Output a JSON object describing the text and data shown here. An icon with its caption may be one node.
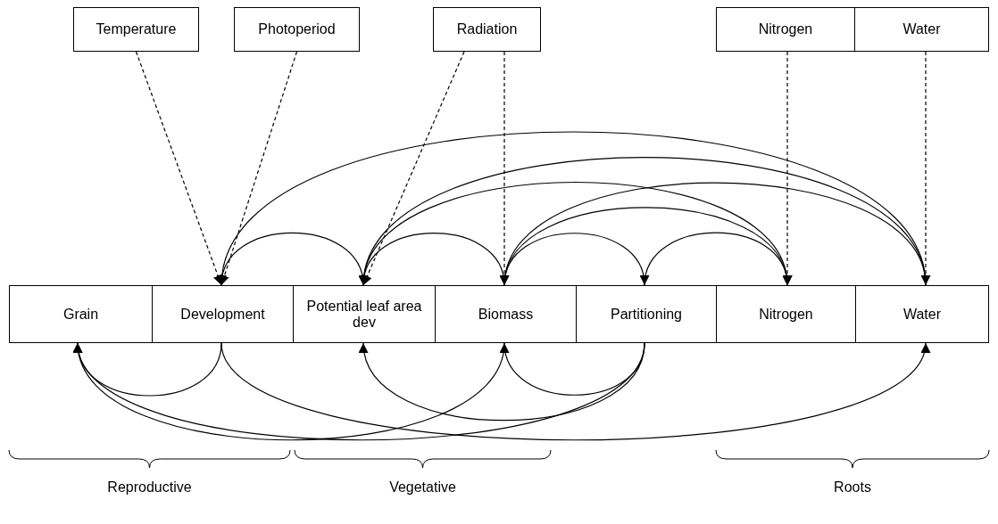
{
  "diagram": {
    "nodes": [
      {
        "text": [
          "Temperature"
        ]
      },
      {
        "text": [
          "Photoperiod"
        ]
      },
      {
        "text": [
          "Radiation"
        ]
      },
      {
        "text": [
          "Nitrogen"
        ]
      },
      {
        "text": [
          "Water"
        ]
      },
      {
        "text": [
          "Grain"
        ]
      },
      {
        "text": [
          "Development"
        ]
      },
      {
        "text": [
          "Potential leaf area dev"
        ]
      },
      {
        "text": [
          "Biomass"
        ]
      },
      {
        "text": [
          "Partitioning"
        ]
      },
      {
        "text": [
          "Nitrogen"
        ]
      },
      {
        "text": [
          "Water"
        ]
      }
    ],
    "edges": [
      {
        "from": 0,
        "to": 6,
        "arrow": "to",
        "style": "dashed"
      },
      {
        "from": 1,
        "to": 6,
        "arrow": "to",
        "style": "dashed"
      },
      {
        "from": 2,
        "to": 7,
        "arrow": "to",
        "style": "dashed"
      },
      {
        "from": 2,
        "to": 8,
        "arrow": "to",
        "style": "dashed"
      },
      {
        "from": 3,
        "to": 10,
        "arrow": "to",
        "style": "dashed"
      },
      {
        "from": 4,
        "to": 11,
        "arrow": "to",
        "style": "dashed"
      },
      {
        "from": 7,
        "to": 6,
        "arrow": "to"
      },
      {
        "from": 8,
        "to": 7,
        "arrow": "to"
      },
      {
        "from": 8,
        "to": 9,
        "arrow": "to"
      },
      {
        "from": 9,
        "to": 10,
        "arrow": "to"
      },
      {
        "from": 8,
        "to": 10,
        "arrow": "to"
      },
      {
        "from": 7,
        "to": 10,
        "arrow": "to"
      },
      {
        "from": 11,
        "to": 8,
        "arrow": "to"
      },
      {
        "from": 11,
        "to": 7,
        "arrow": "to"
      },
      {
        "from": 11,
        "to": 6,
        "arrow": "to"
      },
      {
        "from": 6,
        "to": 5,
        "arrow": "to"
      },
      {
        "from": 8,
        "to": 5,
        "arrow": "to"
      },
      {
        "from": 9,
        "to": 5,
        "arrow": "to"
      },
      {
        "from": 9,
        "to": 7,
        "arrow": "to"
      },
      {
        "from": 9,
        "to": 8,
        "arrow": "to"
      },
      {
        "from": 6,
        "to": 11,
        "arrow": "to"
      }
    ],
    "labels": [
      "Reproductive",
      "Vegetative",
      "Roots"
    ]
  }
}
